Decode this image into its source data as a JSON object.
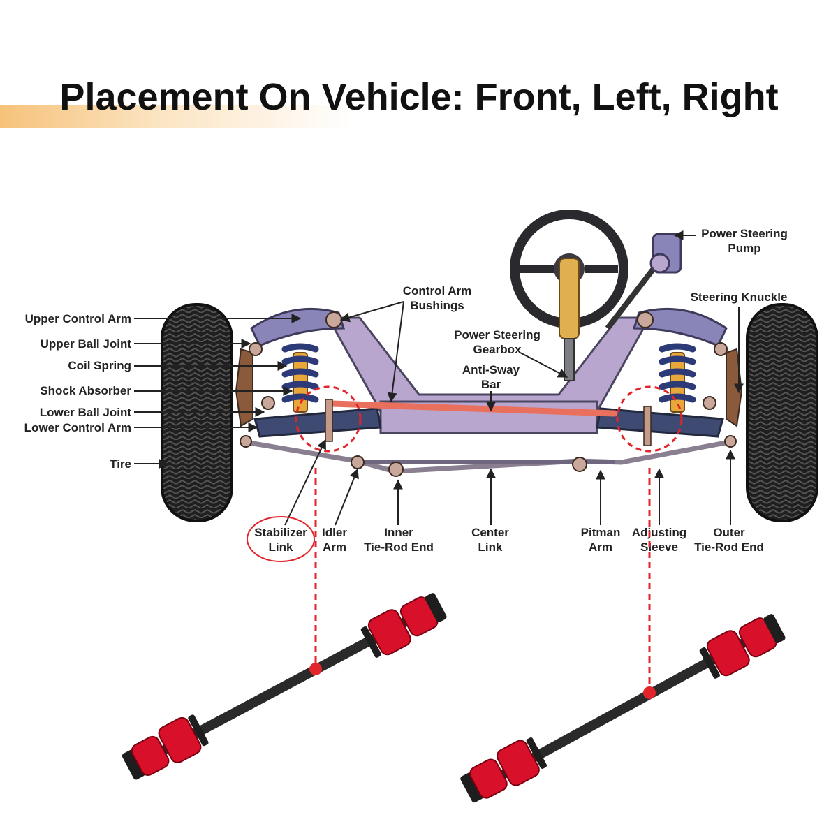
{
  "title": "Placement On Vehicle: Front, Left, Right",
  "colors": {
    "accent_red": "#e2242b",
    "frame_purple": "#b9a6cf",
    "frame_dark": "#4a4660",
    "tire": "#1c1c1c",
    "shock_yellow": "#e8a73a",
    "sway_bar": "#e8705c",
    "bushing_red": "#d9102a",
    "rod_black": "#2a2a2a"
  },
  "labels": {
    "upper_control_arm": "Upper Control Arm",
    "upper_ball_joint": "Upper Ball Joint",
    "coil_spring": "Coil Spring",
    "shock_absorber": "Shock Absorber",
    "lower_ball_joint": "Lower Ball Joint",
    "lower_control_arm": "Lower Control Arm",
    "tire": "Tire",
    "control_arm_bushings": [
      "Control Arm",
      "Bushings"
    ],
    "power_steering_gearbox": [
      "Power Steering",
      "Gearbox"
    ],
    "anti_sway_bar": [
      "Anti-Sway",
      "Bar"
    ],
    "power_steering_pump": [
      "Power Steering",
      "Pump"
    ],
    "steering_knuckle": "Steering Knuckle",
    "stabilizer_link": [
      "Stabilizer",
      "Link"
    ],
    "idler_arm": [
      "Idler",
      "Arm"
    ],
    "inner_tie_rod_end": [
      "Inner",
      "Tie-Rod End"
    ],
    "center_link": [
      "Center",
      "Link"
    ],
    "pitman_arm": [
      "Pitman",
      "Arm"
    ],
    "adjusting_sleeve": [
      "Adjusting",
      "Sleeve"
    ],
    "outer_tie_rod_end": [
      "Outer",
      "Tie-Rod End"
    ]
  }
}
